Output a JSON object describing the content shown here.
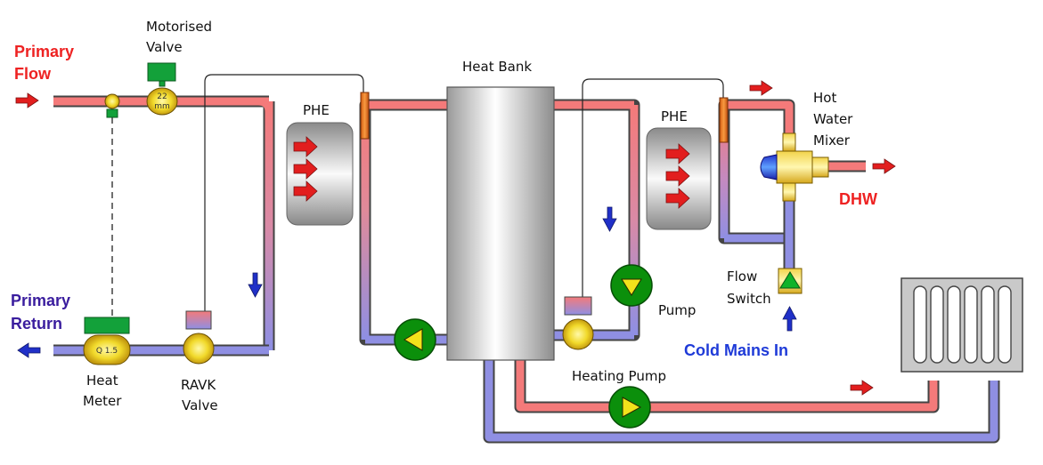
{
  "labels": {
    "primary_flow_1": "Primary",
    "primary_flow_2": "Flow",
    "primary_return_1": "Primary",
    "primary_return_2": "Return",
    "motorised_valve_1": "Motorised",
    "motorised_valve_2": "Valve",
    "valve_size_1": "22",
    "valve_size_2": "mm",
    "meter_reading": "Q 1.5",
    "heat_meter_1": "Heat",
    "heat_meter_2": "Meter",
    "ravk_valve_1": "RAVK",
    "ravk_valve_2": "Valve",
    "phe_left": "PHE",
    "heat_bank": "Heat Bank",
    "phe_right": "PHE",
    "hot_water_mixer_1": "Hot",
    "hot_water_mixer_2": "Water",
    "hot_water_mixer_3": "Mixer",
    "dhw": "DHW",
    "flow_switch_1": "Flow",
    "flow_switch_2": "Switch",
    "pump": "Pump",
    "cold_mains_in": "Cold Mains In",
    "heating_pump": "Heating Pump"
  },
  "colors": {
    "hot_pipe": "#f47a7a",
    "cold_pipe": "#8f8fe3",
    "flow_text": "#ee2222",
    "return_text": "#3a1d9e",
    "cold_text": "#1f3bd8",
    "pump_green": "#0b8f0b",
    "pump_triangle": "#f2e21b",
    "arrow_red": "#e21e1e",
    "arrow_blue": "#2030c8",
    "actuator_green": "#13a13a"
  }
}
